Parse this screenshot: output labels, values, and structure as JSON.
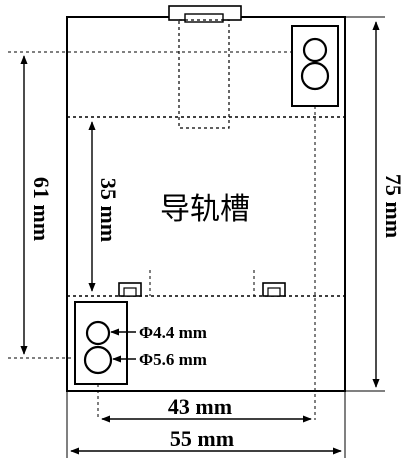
{
  "diagram": {
    "labels": {
      "rail_slot": "导轨槽",
      "hole_small": "Φ4.4 mm",
      "hole_large": "Φ5.6 mm",
      "width_hole_spacing": "43 mm",
      "width_overall": "55 mm",
      "height_overall": "75 mm",
      "height_hole_spacing": "61 mm",
      "rail_slot_height": "35 mm"
    },
    "colors": {
      "line": "#000000",
      "background": "#ffffff"
    }
  }
}
